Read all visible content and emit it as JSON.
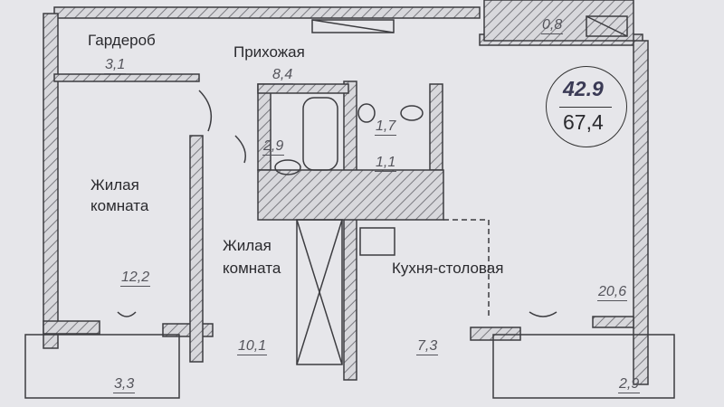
{
  "rooms": {
    "wardrobe": {
      "name": "Гардероб",
      "area": "3,1"
    },
    "hallway": {
      "name": "Прихожая",
      "area": "8,4"
    },
    "bathroom": {
      "area": "2,9"
    },
    "toilet": {
      "area": "1,7"
    },
    "corridor_small": {
      "area": "1,1"
    },
    "living_room_1": {
      "name_line1": "Жилая",
      "name_line2": "комната",
      "area": "12,2"
    },
    "living_room_2": {
      "name_line1": "Жилая",
      "name_line2": "комната",
      "area": "10,1"
    },
    "kitchen": {
      "name": "Кухня-столовая",
      "area": "7,3"
    },
    "kitchen_main": {
      "area": "20,6"
    },
    "balcony_left": {
      "area": "3,3"
    },
    "balcony_right": {
      "area": "2,9"
    },
    "storage": {
      "area": "0,8"
    }
  },
  "totals": {
    "living_area_handwritten": "42.9",
    "total_area": "67,4"
  },
  "colors": {
    "paper": "#e6e6ea",
    "wall": "#3c3c40",
    "hatch": "#8a8a90"
  }
}
